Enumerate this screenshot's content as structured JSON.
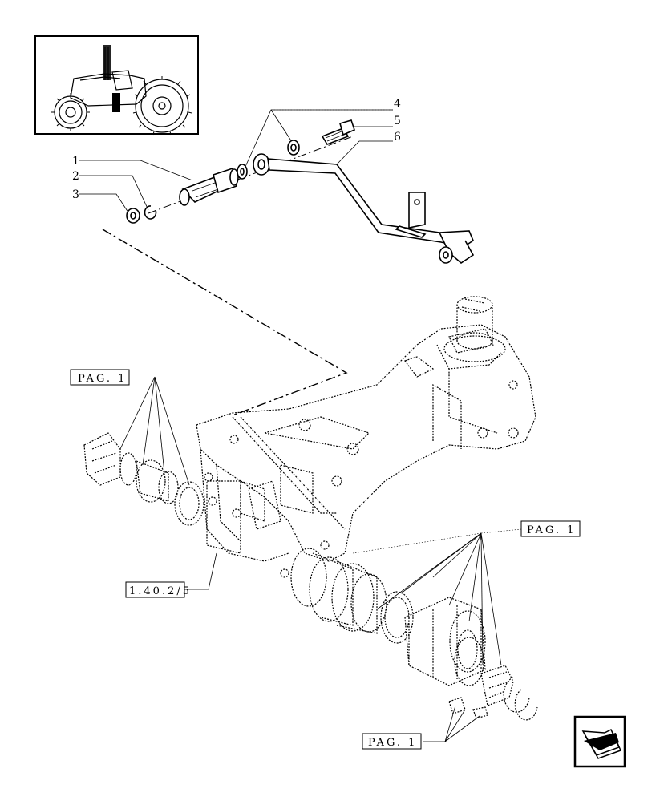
{
  "callouts": {
    "item_1": "1",
    "item_2": "2",
    "item_3": "3",
    "item_4": "4",
    "item_5": "5",
    "item_6": "6"
  },
  "references": {
    "pag_left": "PAG. 1",
    "pag_right": "PAG. 1",
    "pag_bottom": "PAG. 1",
    "section_ref": "1.40.2/5"
  },
  "icons": {
    "thumbnail": "tractor-thumbnail-icon",
    "nav": "back-arrow-icon"
  }
}
